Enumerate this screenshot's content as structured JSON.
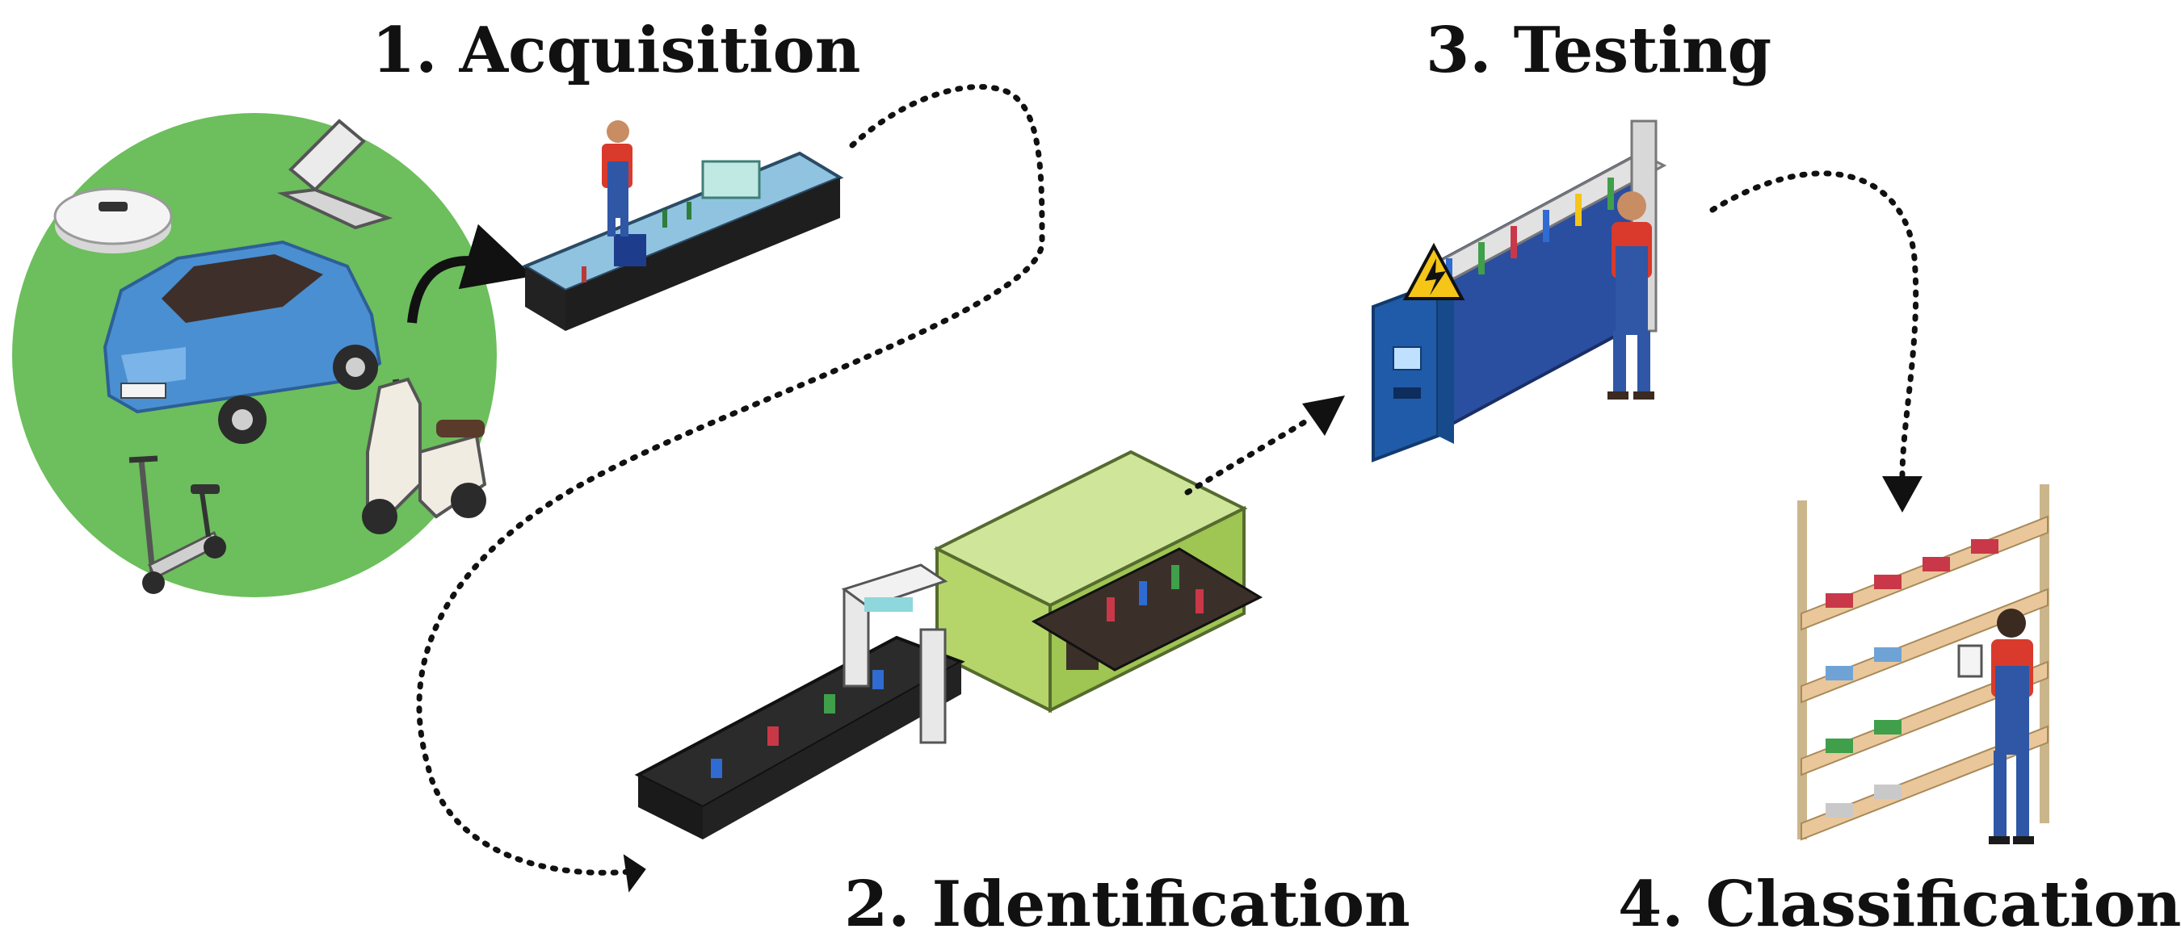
{
  "steps": [
    {
      "id": "acquisition",
      "label": "1. Acquisition"
    },
    {
      "id": "identification",
      "label": "2. Identification"
    },
    {
      "id": "testing",
      "label": "3. Testing"
    },
    {
      "id": "classification",
      "label": "4. Classification"
    }
  ],
  "colors": {
    "background": "#ffffff",
    "circle_green": "#6cbf5c",
    "car_blue": "#4a8fd1",
    "conveyor_light_blue": "#8fc3e0",
    "machine_green": "#b5d56a",
    "cabinet_blue": "#1f5ba8",
    "worker_blue": "#2f57a6",
    "worker_red": "#d93a2b",
    "shelf_wood": "#e9c79a",
    "warning_yellow": "#f5c518",
    "arrow_dark": "#111111"
  },
  "icons": [
    "robot-vacuum-icon",
    "laptop-icon",
    "electric-car-icon",
    "e-scooter-icon",
    "kick-scooter-icon",
    "conveyor-belt-icon",
    "worker-icon",
    "sorting-machine-icon",
    "battery-test-rack-icon",
    "high-voltage-warning-icon",
    "storage-shelf-icon",
    "clipboard-icon"
  ]
}
